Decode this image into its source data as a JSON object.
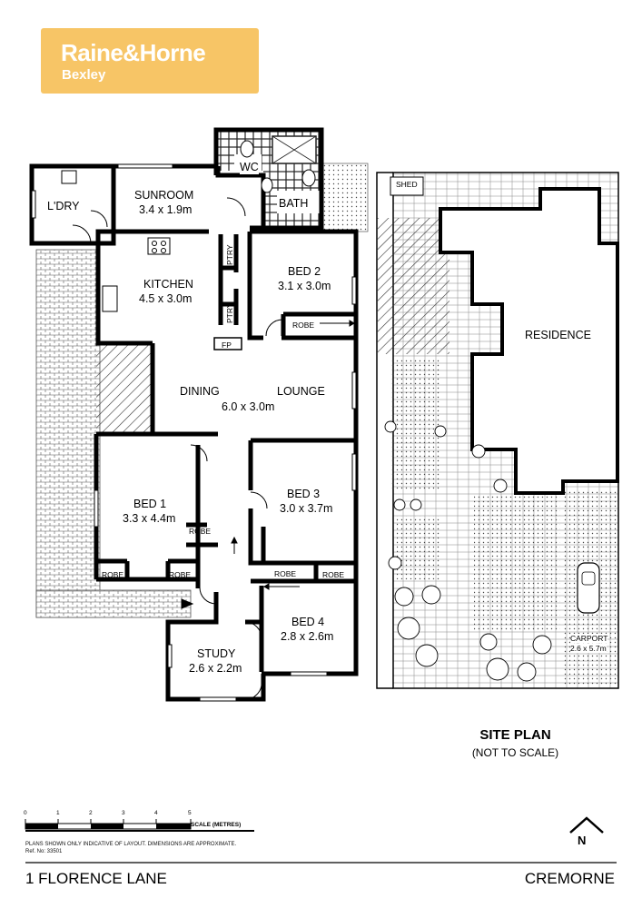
{
  "brand": {
    "name": "Raine&Horne",
    "office": "Bexley",
    "color": "#f7c566"
  },
  "rooms": {
    "ldry": "L'DRY",
    "sunroom": "SUNROOM",
    "sunroom_dim": "3.4 x 1.9m",
    "wc": "WC",
    "bath": "BATH",
    "kitchen": "KITCHEN",
    "kitchen_dim": "4.5 x 3.0m",
    "bed2": "BED 2",
    "bed2_dim": "3.1 x 3.0m",
    "robe": "ROBE",
    "ptry": "PTRY",
    "fp": "FP",
    "dining": "DINING",
    "lounge": "LOUNGE",
    "dining_lounge_dim": "6.0 x 3.0m",
    "bed1": "BED 1",
    "bed1_dim": "3.3 x 4.4m",
    "bed3": "BED 3",
    "bed3_dim": "3.0 x 3.7m",
    "bed4": "BED 4",
    "bed4_dim": "2.8 x 2.6m",
    "study": "STUDY",
    "study_dim": "2.6 x 2.2m"
  },
  "site": {
    "shed": "SHED",
    "residence": "RESIDENCE",
    "carport": "CARPORT",
    "carport_dim": "2.6 x 5.7m",
    "title": "SITE PLAN",
    "subtitle": "(NOT TO SCALE)"
  },
  "scale": {
    "ticks": [
      "0",
      "1",
      "2",
      "3",
      "4",
      "5"
    ],
    "label": "SCALE (METRES)"
  },
  "note": {
    "line1": "PLANS SHOWN ONLY INDICATIVE OF LAYOUT.  DIMENSIONS ARE APPROXIMATE.",
    "line2": "Ref. No: 33501"
  },
  "north": "N",
  "footer": {
    "address": "1 FLORENCE LANE",
    "suburb": "CREMORNE"
  }
}
